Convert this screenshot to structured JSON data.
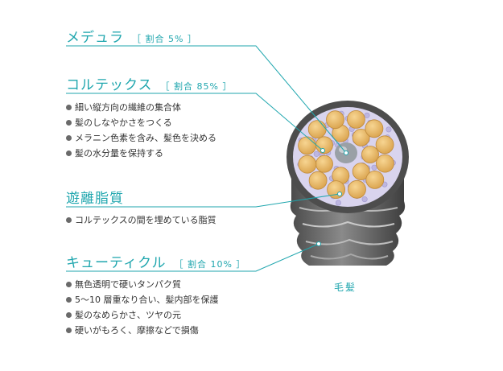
{
  "sections": {
    "medulla": {
      "title": "メデュラ",
      "ratio": "［ 割合 5% ］"
    },
    "cortex": {
      "title": "コルテックス",
      "ratio": "［ 割合 85% ］",
      "bullets": [
        "細い縦方向の繊維の集合体",
        "髪のしなやかさをつくる",
        "メラニン色素を含み、髪色を決める",
        "髪の水分量を保持する"
      ]
    },
    "lipid": {
      "title": "遊離脂質",
      "bullets": [
        "コルテックスの間を埋めている脂質"
      ]
    },
    "cuticle": {
      "title": "キューティクル",
      "ratio": "［ 割合 10% ］",
      "bullets": [
        "無色透明で硬いタンパク質",
        "5〜10 層重なり合い、髪内部を保護",
        "髪のなめらかさ、ツヤの元",
        "硬いがもろく、摩擦などで損傷"
      ]
    }
  },
  "hair_label": "毛髪",
  "colors": {
    "accent": "#1fa6ae",
    "fiber": "#e8b866",
    "lipid": "#c9c4e6",
    "core": "#9aa0a6",
    "cuticle": "#5b5b5b"
  }
}
